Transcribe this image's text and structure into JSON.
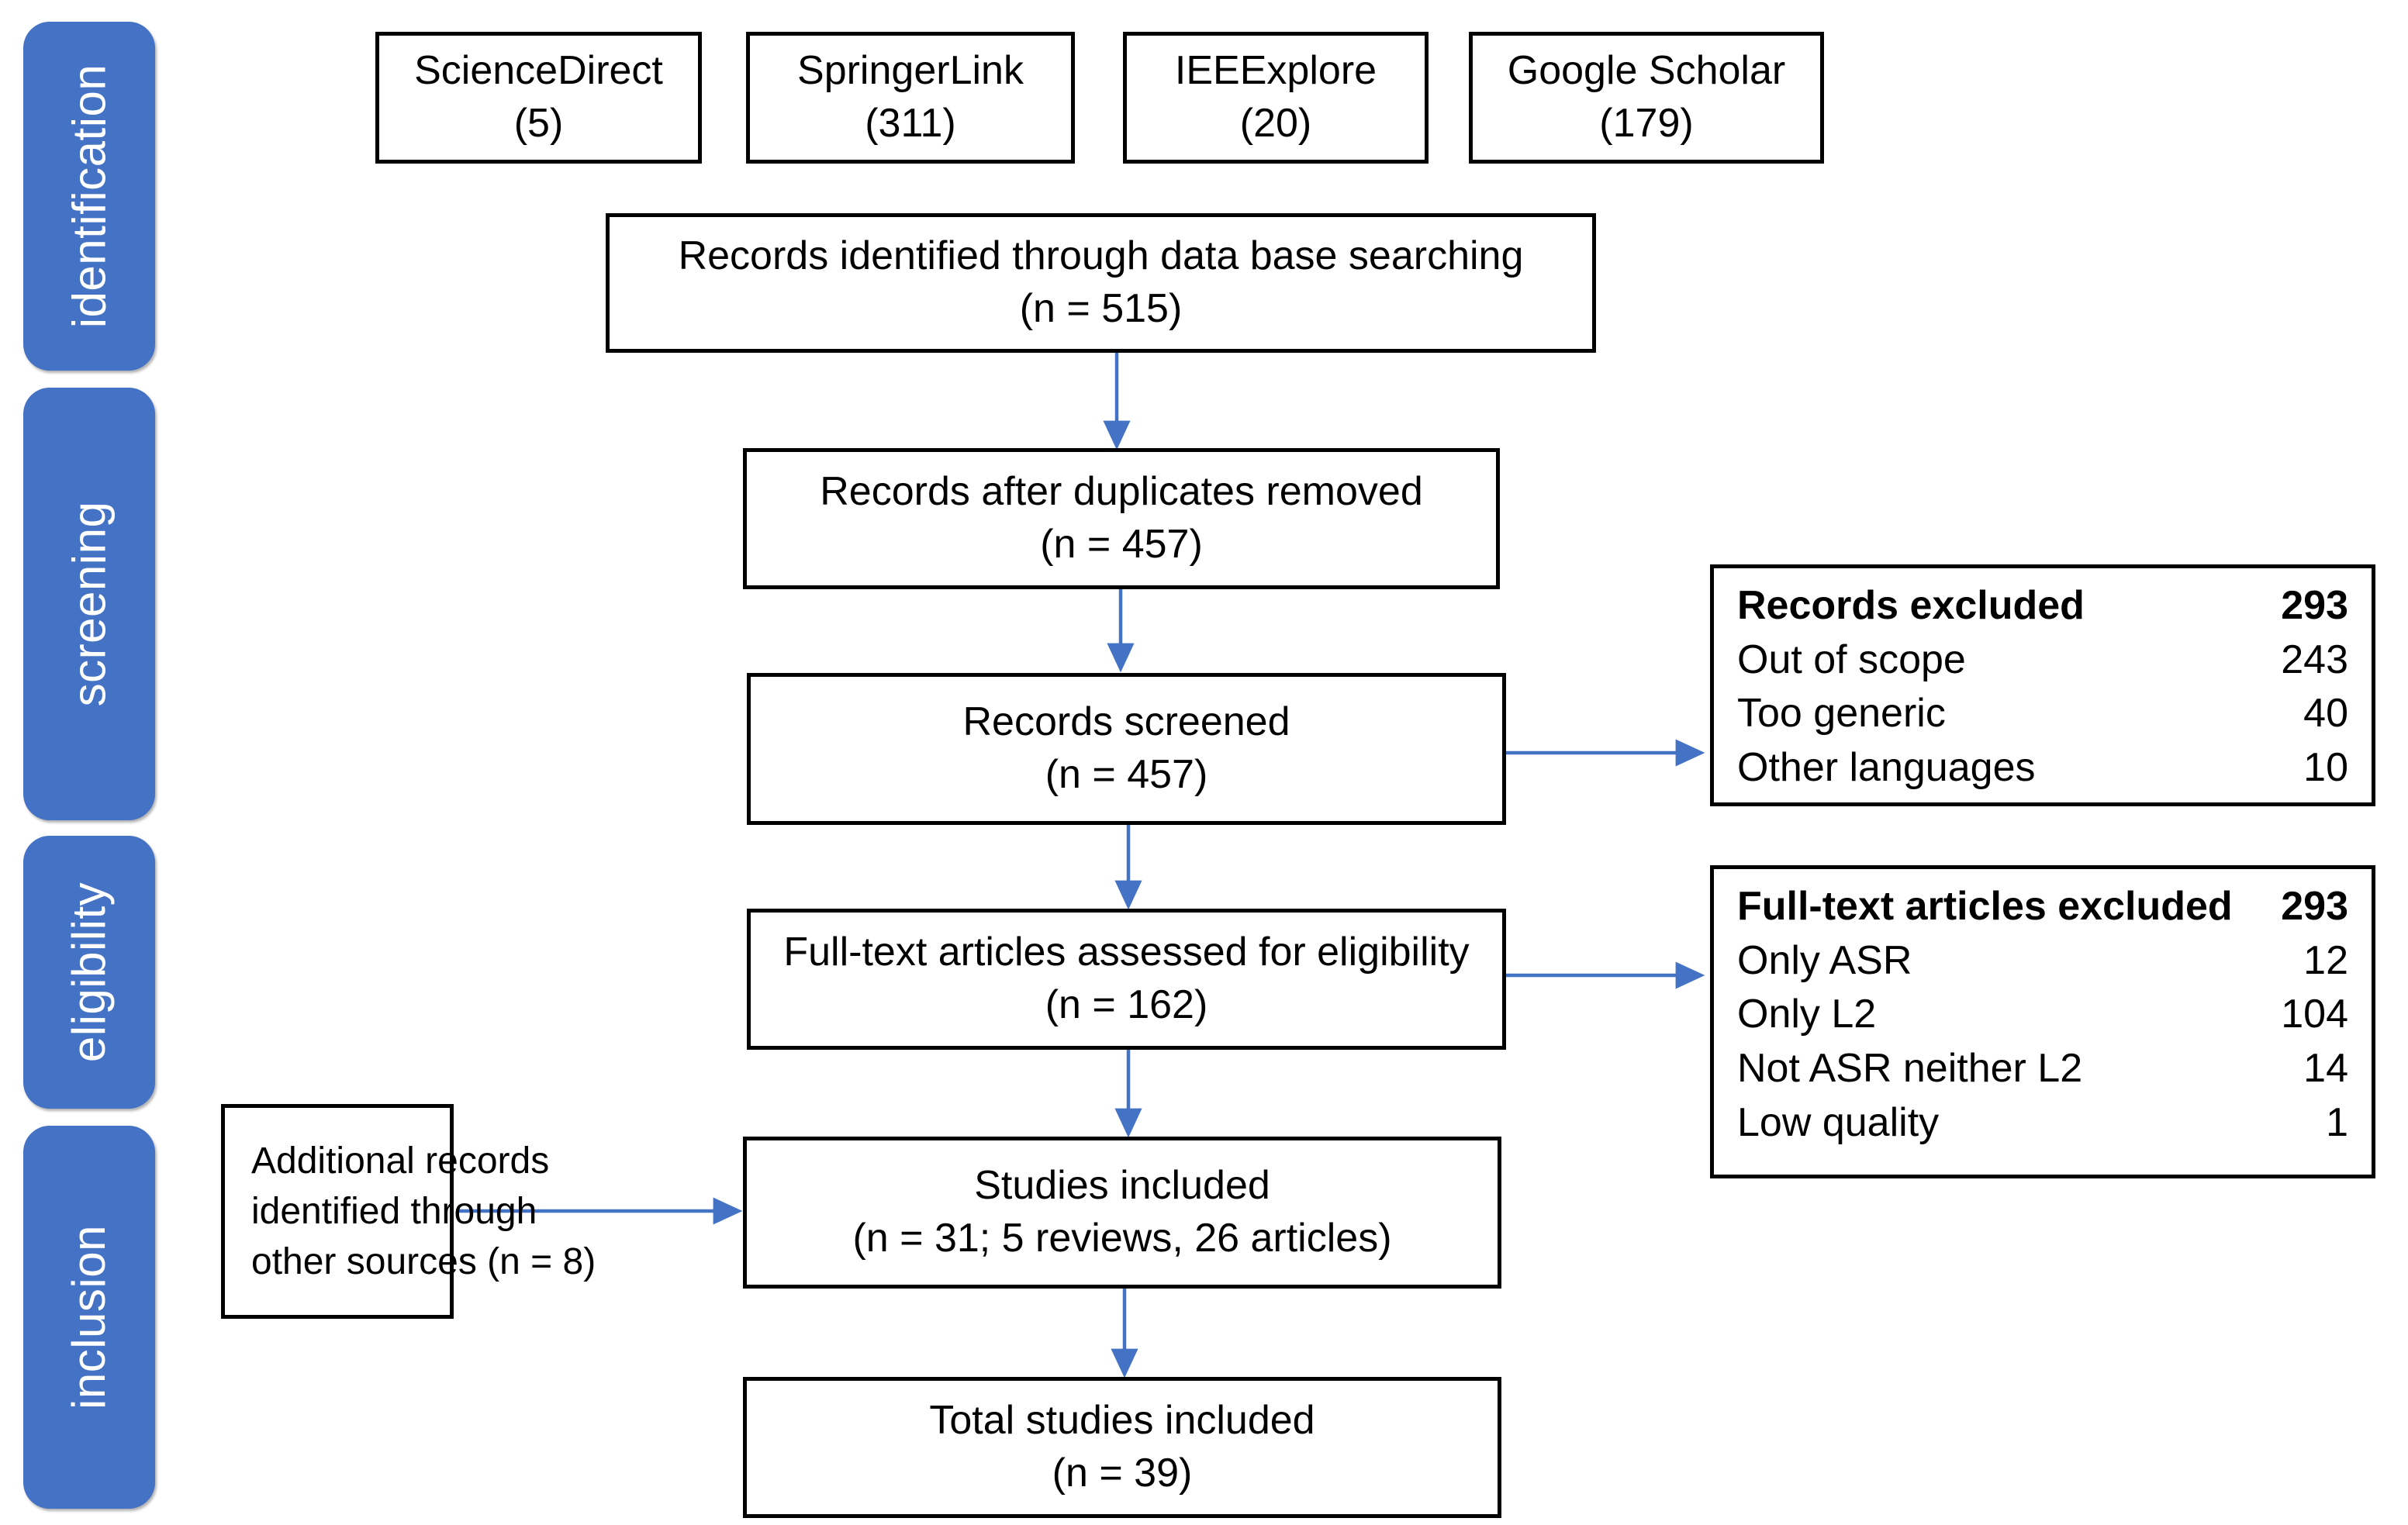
{
  "diagram": {
    "title": "PRISMA flow diagram",
    "accent_color": "#4472C4",
    "border_color": "#000000",
    "arrow_color": "#4472C4"
  },
  "stages": [
    {
      "label": "identification"
    },
    {
      "label": "screening"
    },
    {
      "label": "eligibility"
    },
    {
      "label": "inclusion"
    }
  ],
  "sources": [
    {
      "name": "ScienceDirect",
      "count": "(5)"
    },
    {
      "name": "SpringerLink",
      "count": "(311)"
    },
    {
      "name": "IEEExplore",
      "count": "(20)"
    },
    {
      "name": "Google Scholar",
      "count": "(179)"
    }
  ],
  "flow": {
    "identified": {
      "line1": "Records identified through data base searching",
      "line2": "(n = 515)"
    },
    "duplicates_removed": {
      "line1": "Records after duplicates removed",
      "line2": "(n = 457)"
    },
    "screened": {
      "line1": "Records screened",
      "line2": "(n = 457)"
    },
    "fulltext_assessed": {
      "line1": "Full-text articles assessed for eligibility",
      "line2": "(n = 162)"
    },
    "additional": {
      "line1": "Additional records",
      "line2": "identified through",
      "line3": "other sources (n = 8)"
    },
    "studies_included": {
      "line1": "Studies included",
      "line2": "(n = 31; 5 reviews, 26 articles)"
    },
    "total_included": {
      "line1": "Total studies included",
      "line2": "(n = 39)"
    }
  },
  "records_excluded": {
    "header": {
      "label": "Records excluded",
      "value": "293"
    },
    "rows": [
      {
        "label": "Out of scope",
        "value": "243"
      },
      {
        "label": "Too generic",
        "value": "40"
      },
      {
        "label": "Other languages",
        "value": "10"
      }
    ]
  },
  "fulltext_excluded": {
    "header": {
      "label": "Full-text articles excluded",
      "value": "293"
    },
    "rows": [
      {
        "label": "Only ASR",
        "value": "12"
      },
      {
        "label": "Only L2",
        "value": "104"
      },
      {
        "label": "Not ASR neither L2",
        "value": "14"
      },
      {
        "label": "Low quality",
        "value": "1"
      }
    ]
  },
  "chart_data": {
    "type": "diagram",
    "title": "PRISMA flow diagram",
    "nodes": [
      {
        "id": "src-sciencedirect",
        "label": "ScienceDirect",
        "n": 5
      },
      {
        "id": "src-springerlink",
        "label": "SpringerLink",
        "n": 311
      },
      {
        "id": "src-ieeexplore",
        "label": "IEEExplore",
        "n": 20
      },
      {
        "id": "src-googlescholar",
        "label": "Google Scholar",
        "n": 179
      },
      {
        "id": "identified",
        "label": "Records identified through data base searching",
        "n": 515
      },
      {
        "id": "duplicates-removed",
        "label": "Records after duplicates removed",
        "n": 457
      },
      {
        "id": "screened",
        "label": "Records screened",
        "n": 457
      },
      {
        "id": "records-excluded",
        "label": "Records excluded",
        "n": 293
      },
      {
        "id": "fulltext-assessed",
        "label": "Full-text articles assessed for eligibility",
        "n": 162
      },
      {
        "id": "fulltext-excluded",
        "label": "Full-text articles excluded",
        "n": 293
      },
      {
        "id": "additional-records",
        "label": "Additional records identified through other sources",
        "n": 8
      },
      {
        "id": "studies-included",
        "label": "Studies included",
        "n": 31
      },
      {
        "id": "total-included",
        "label": "Total studies included",
        "n": 39
      }
    ],
    "edges": [
      {
        "from": "identified",
        "to": "duplicates-removed"
      },
      {
        "from": "duplicates-removed",
        "to": "screened"
      },
      {
        "from": "screened",
        "to": "records-excluded"
      },
      {
        "from": "screened",
        "to": "fulltext-assessed"
      },
      {
        "from": "fulltext-assessed",
        "to": "fulltext-excluded"
      },
      {
        "from": "fulltext-assessed",
        "to": "studies-included"
      },
      {
        "from": "additional-records",
        "to": "studies-included"
      },
      {
        "from": "studies-included",
        "to": "total-included"
      }
    ]
  }
}
